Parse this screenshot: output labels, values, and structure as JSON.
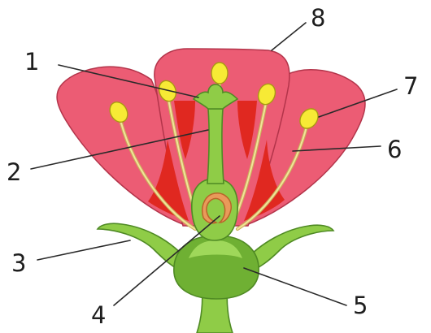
{
  "diagram": {
    "labels": [
      {
        "id": "1",
        "text": "1"
      },
      {
        "id": "2",
        "text": "2"
      },
      {
        "id": "3",
        "text": "3"
      },
      {
        "id": "4",
        "text": "4"
      },
      {
        "id": "5",
        "text": "5"
      },
      {
        "id": "6",
        "text": "6"
      },
      {
        "id": "7",
        "text": "7"
      },
      {
        "id": "8",
        "text": "8"
      }
    ]
  },
  "colors": {
    "petal": "#ec5c74",
    "petal_inner": "#e02820",
    "green": "#8fcc47",
    "anther": "#f7ea35",
    "filament": "#f3e29a",
    "ovule": "#e99a5a"
  }
}
